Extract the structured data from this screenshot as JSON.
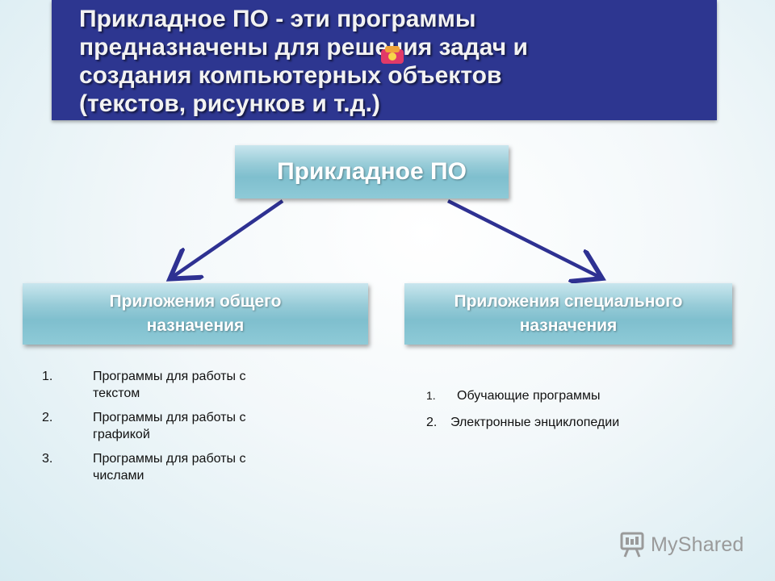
{
  "banner": {
    "lines": [
      "Прикладное ПО - эти программы",
      "предназначены для решения задач и",
      "создания компьютерных объектов",
      "(текстов, рисунков и т.д.)"
    ]
  },
  "diagram": {
    "root": "Прикладное ПО",
    "left": {
      "line1": "Приложения общего",
      "line2": "назначения"
    },
    "right": {
      "line1": "Приложения специального",
      "line2": "назначения"
    }
  },
  "left_list": [
    {
      "num": "1.",
      "line1": "Программы для работы с",
      "line2": "текстом"
    },
    {
      "num": "2.",
      "line1": "Программы для работы с",
      "line2": "графикой"
    },
    {
      "num": "3.",
      "line1": "Программы для работы с",
      "line2": "числами"
    }
  ],
  "right_list": [
    {
      "num": "1.",
      "text": "Обучающие программы"
    },
    {
      "num": "2.",
      "text": "Электронные энциклопедии"
    }
  ],
  "watermark": {
    "text": "MyShared"
  },
  "colors": {
    "banner": "#2d3690",
    "arrow": "#2e3192",
    "box": "#8ecad7"
  },
  "icons": [
    "logo-badge-icon",
    "myshared-logo-icon"
  ]
}
